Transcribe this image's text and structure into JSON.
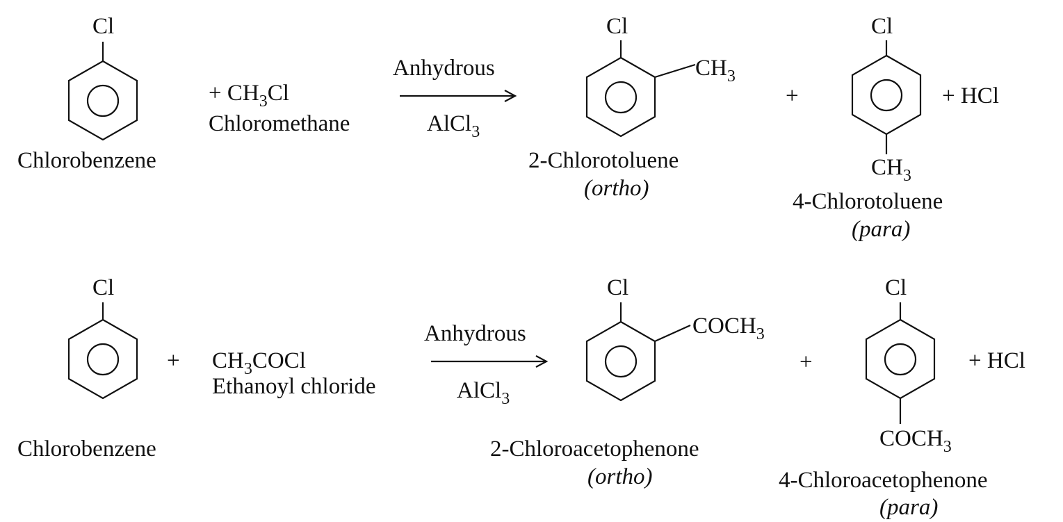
{
  "reaction1": {
    "reactant": {
      "substituent": "Cl",
      "name": "Chlorobenzene"
    },
    "reagent": {
      "plus": "+",
      "formula_main": "CH",
      "formula_sub": "3",
      "formula_rest": "Cl",
      "name": "Chloromethane"
    },
    "conditions": {
      "above": "Anhydrous",
      "below_main": "AlCl",
      "below_sub": "3"
    },
    "product_ortho": {
      "substituent1": "Cl",
      "substituent2_main": "CH",
      "substituent2_sub": "3",
      "name": "2-Chlorotoluene",
      "label": "(ortho)"
    },
    "plus": "+",
    "product_para": {
      "substituent1": "Cl",
      "substituent2_main": "CH",
      "substituent2_sub": "3",
      "name": "4-Chlorotoluene",
      "label": "(para)"
    },
    "byproduct": "+ HCl"
  },
  "reaction2": {
    "reactant": {
      "substituent": "Cl",
      "name": "Chlorobenzene"
    },
    "plus_reagent": "+",
    "reagent": {
      "formula_main": "CH",
      "formula_sub": "3",
      "formula_rest": "COCl",
      "name": "Ethanoyl chloride"
    },
    "conditions": {
      "above": "Anhydrous",
      "below_main": "AlCl",
      "below_sub": "3"
    },
    "product_ortho": {
      "substituent1": "Cl",
      "substituent2_main": "COCH",
      "substituent2_sub": "3",
      "name": "2-Chloroacetophenone",
      "label": "(ortho)"
    },
    "plus": "+",
    "product_para": {
      "substituent1": "Cl",
      "substituent2_main": "COCH",
      "substituent2_sub": "3",
      "name": "4-Chloroacetophenone",
      "label": "(para)"
    },
    "byproduct": "+ HCl"
  }
}
